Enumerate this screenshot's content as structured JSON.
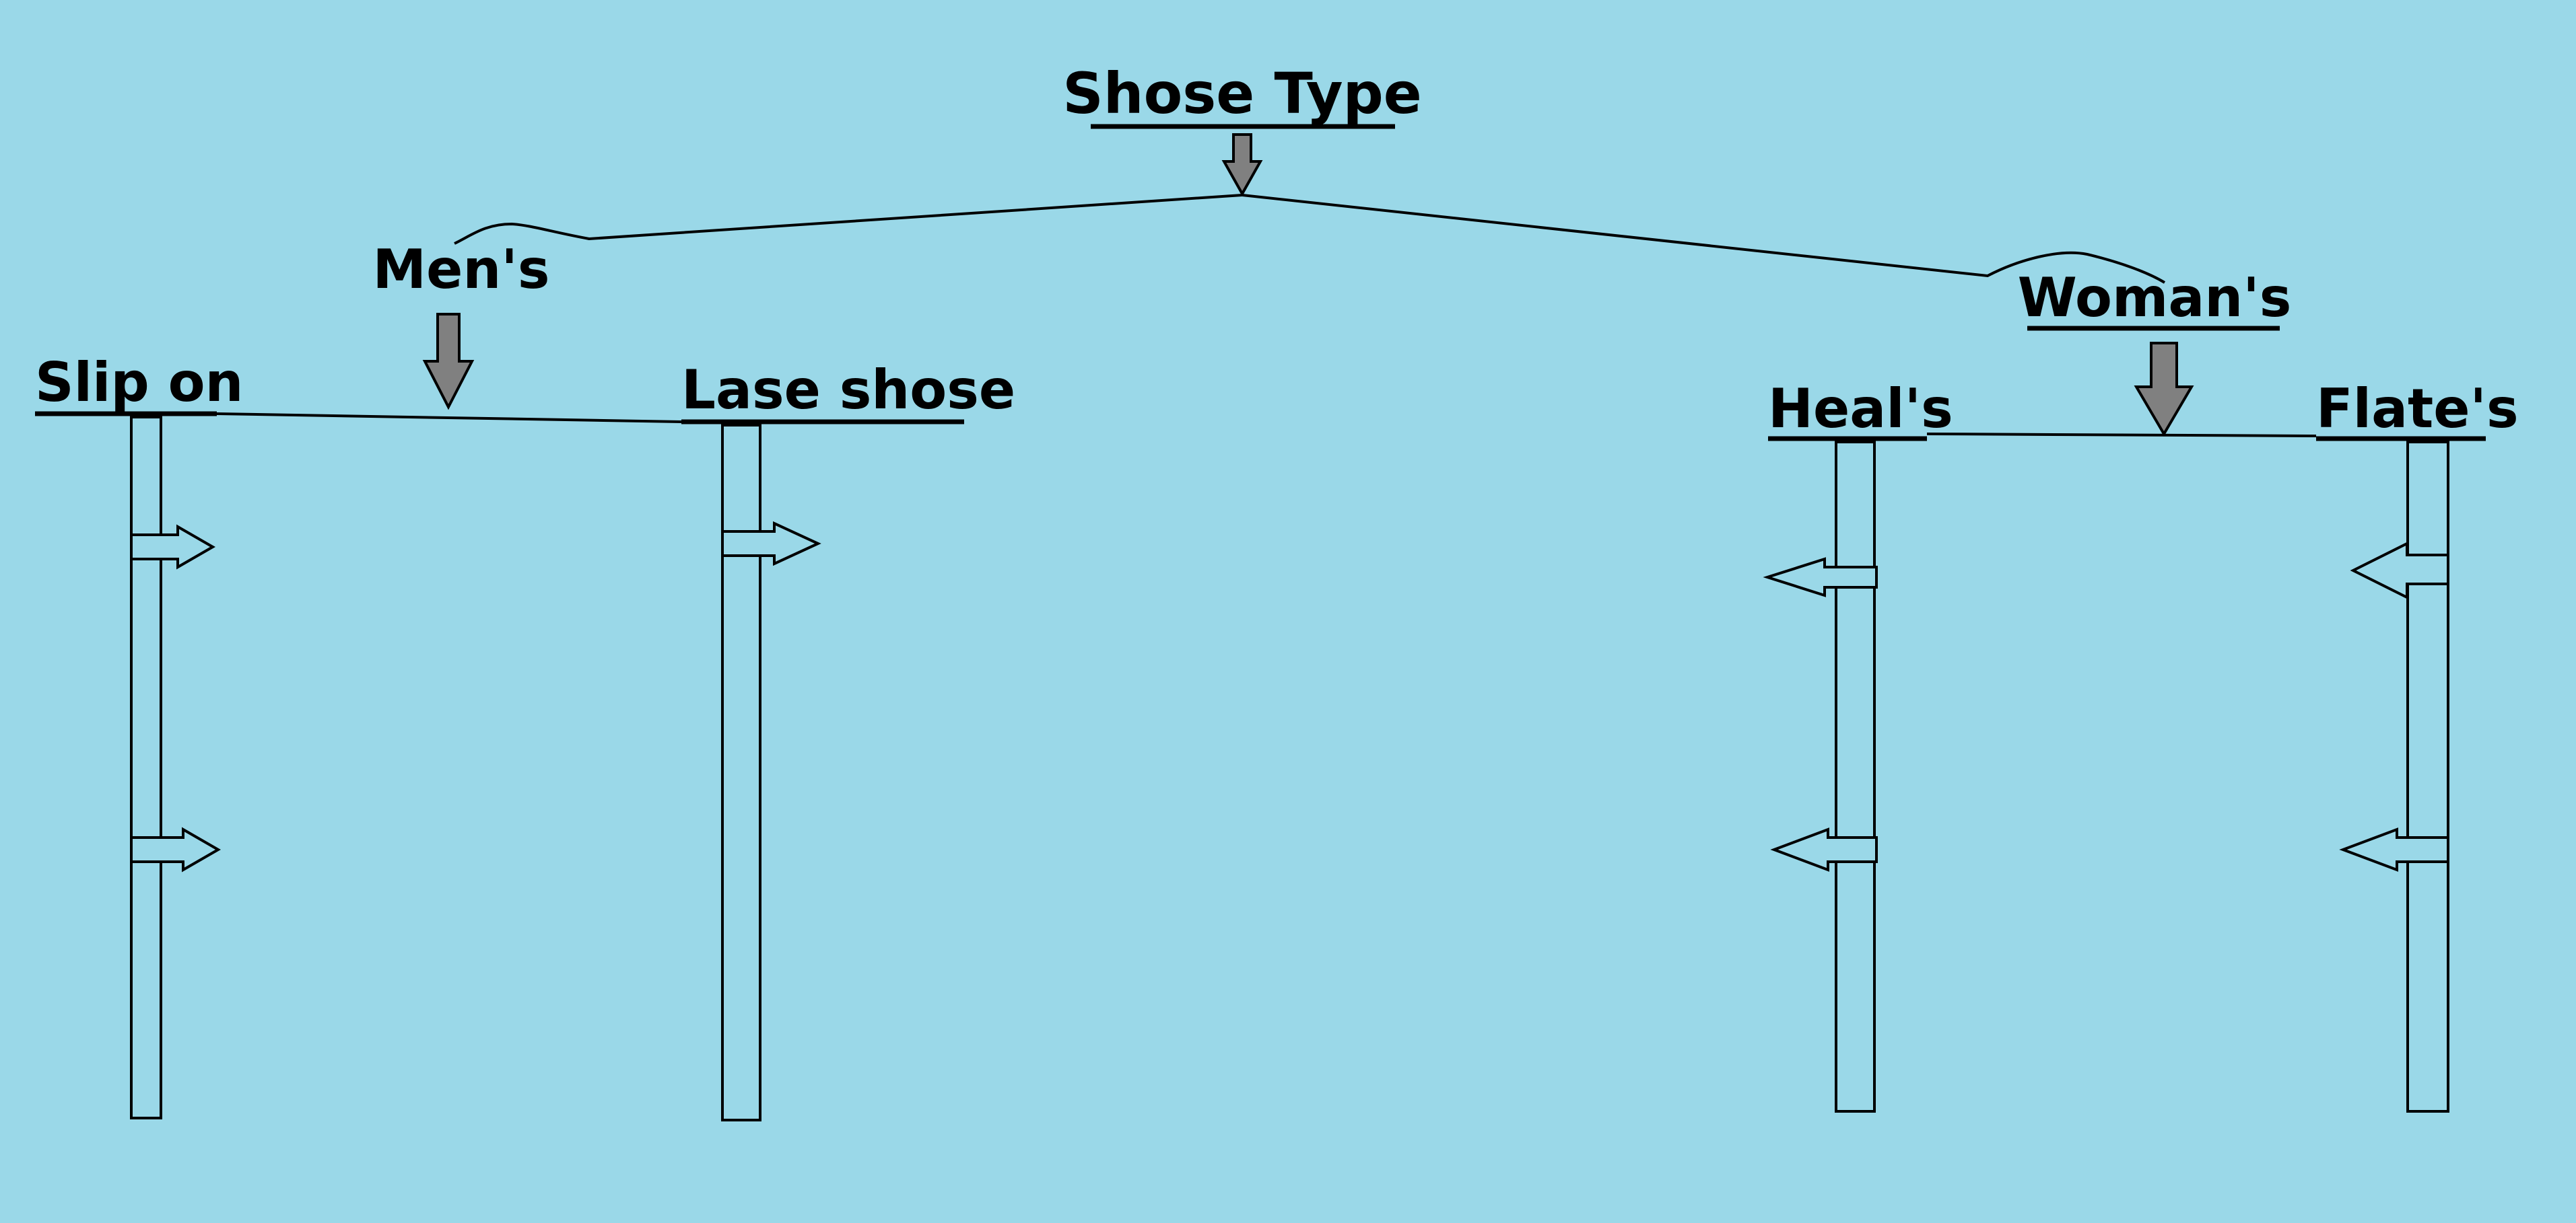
{
  "diagram": {
    "root": {
      "label": "Shose Type"
    },
    "groups": [
      {
        "label": "Men's",
        "types": [
          {
            "label": "Slip on"
          },
          {
            "label": "Lase shose"
          }
        ]
      },
      {
        "label": "Woman's",
        "types": [
          {
            "label": "Heal's"
          },
          {
            "label": "Flate's"
          }
        ]
      }
    ],
    "colors": {
      "background": "#9ad8e8",
      "arrow_fill": "#808080",
      "stroke": "#000000"
    }
  }
}
